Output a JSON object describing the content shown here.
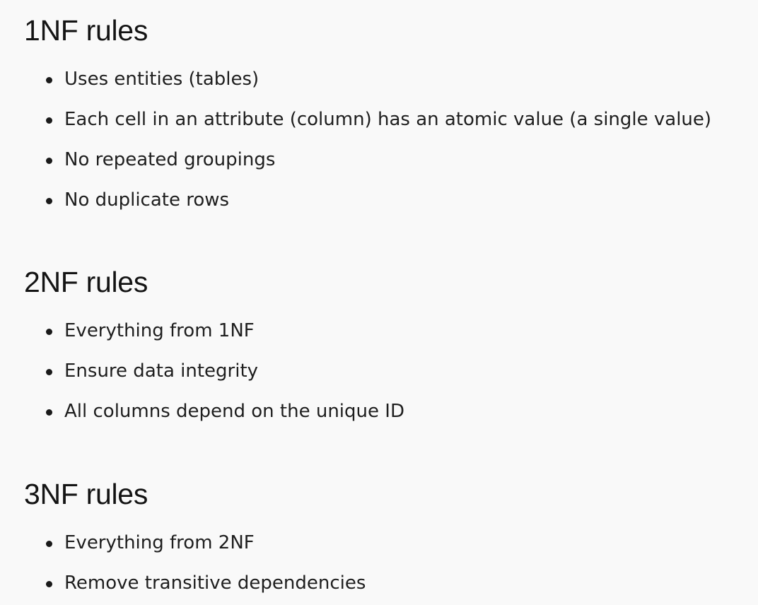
{
  "sections": [
    {
      "heading": "1NF rules",
      "items": [
        "Uses entities (tables)",
        "Each cell in an attribute (column) has an atomic value (a single value)",
        "No repeated groupings",
        "No duplicate rows"
      ]
    },
    {
      "heading": "2NF rules",
      "items": [
        "Everything from 1NF",
        "Ensure data integrity",
        "All columns depend on the unique ID"
      ]
    },
    {
      "heading": "3NF rules",
      "items": [
        "Everything from 2NF",
        "Remove transitive dependencies"
      ]
    }
  ]
}
